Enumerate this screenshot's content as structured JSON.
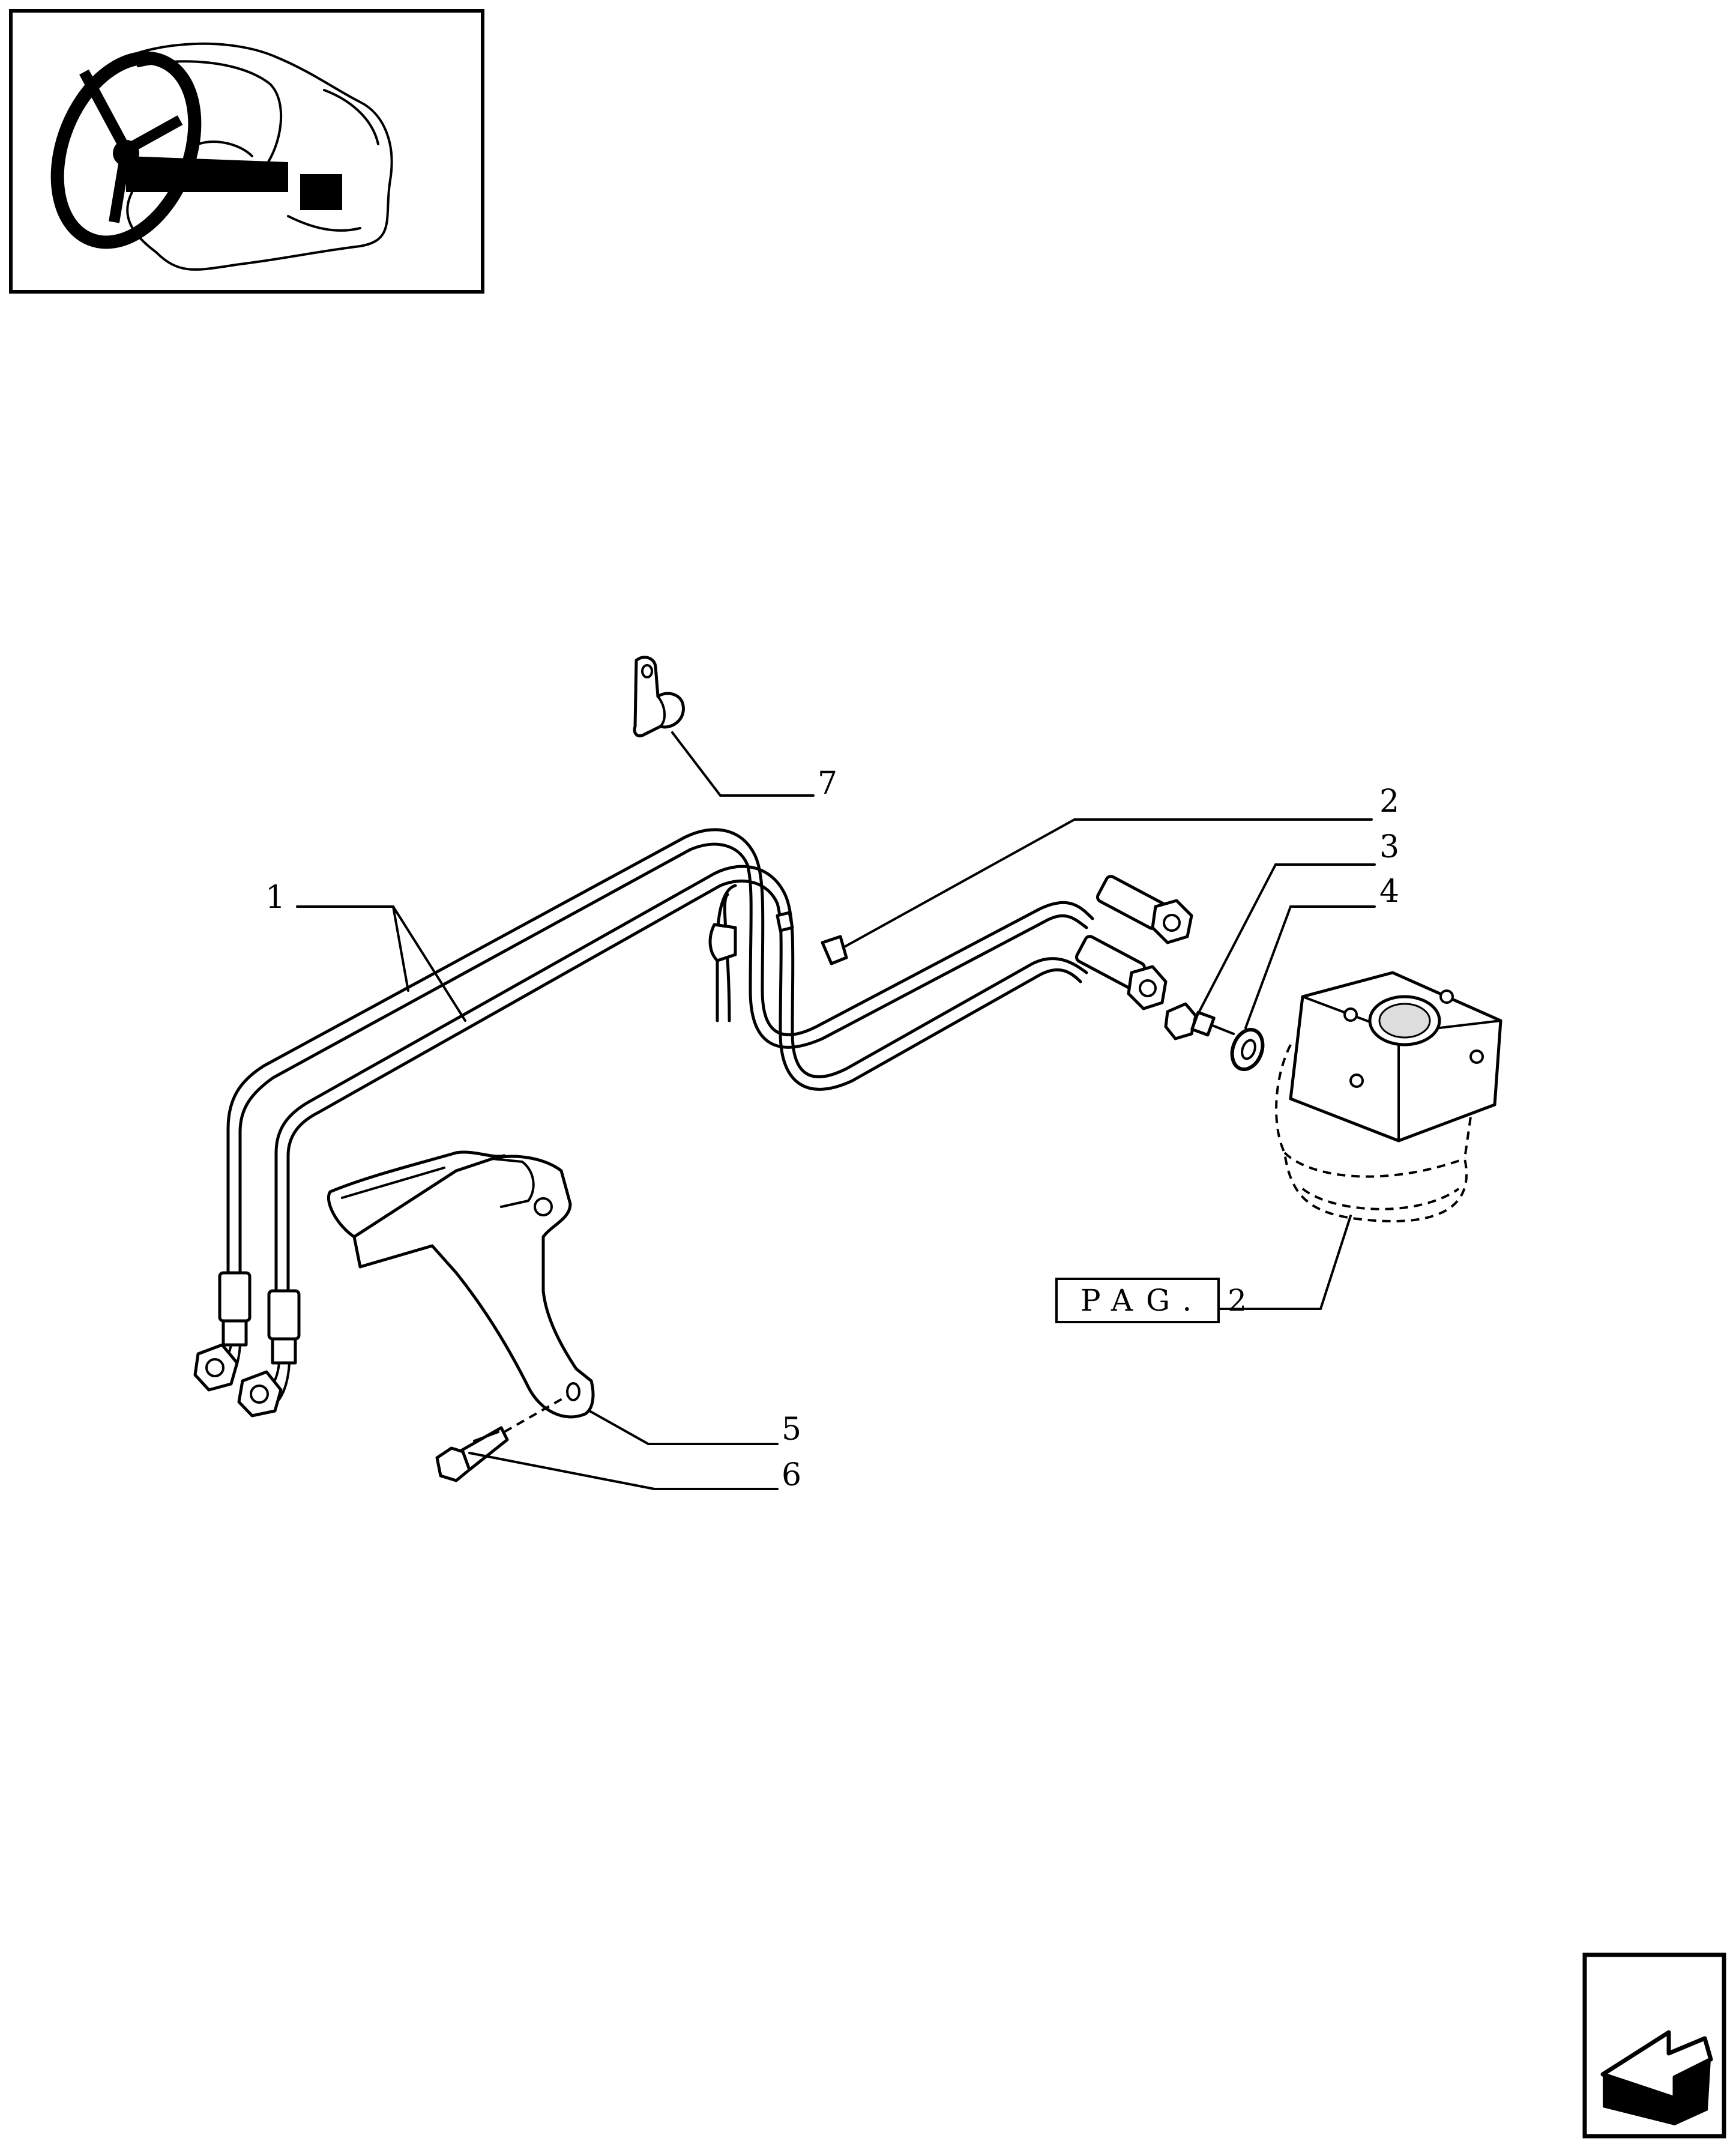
{
  "callouts": [
    {
      "id": "1",
      "text": "1"
    },
    {
      "id": "2",
      "text": "2"
    },
    {
      "id": "3",
      "text": "3"
    },
    {
      "id": "4",
      "text": "4"
    },
    {
      "id": "5",
      "text": "5"
    },
    {
      "id": "6",
      "text": "6"
    },
    {
      "id": "7",
      "text": "7"
    }
  ],
  "page_reference": "PAG. 2",
  "icons": {
    "thumbnail": "tractor-steering-thumbnail-icon",
    "navigation": "next-page-arrow-icon"
  }
}
